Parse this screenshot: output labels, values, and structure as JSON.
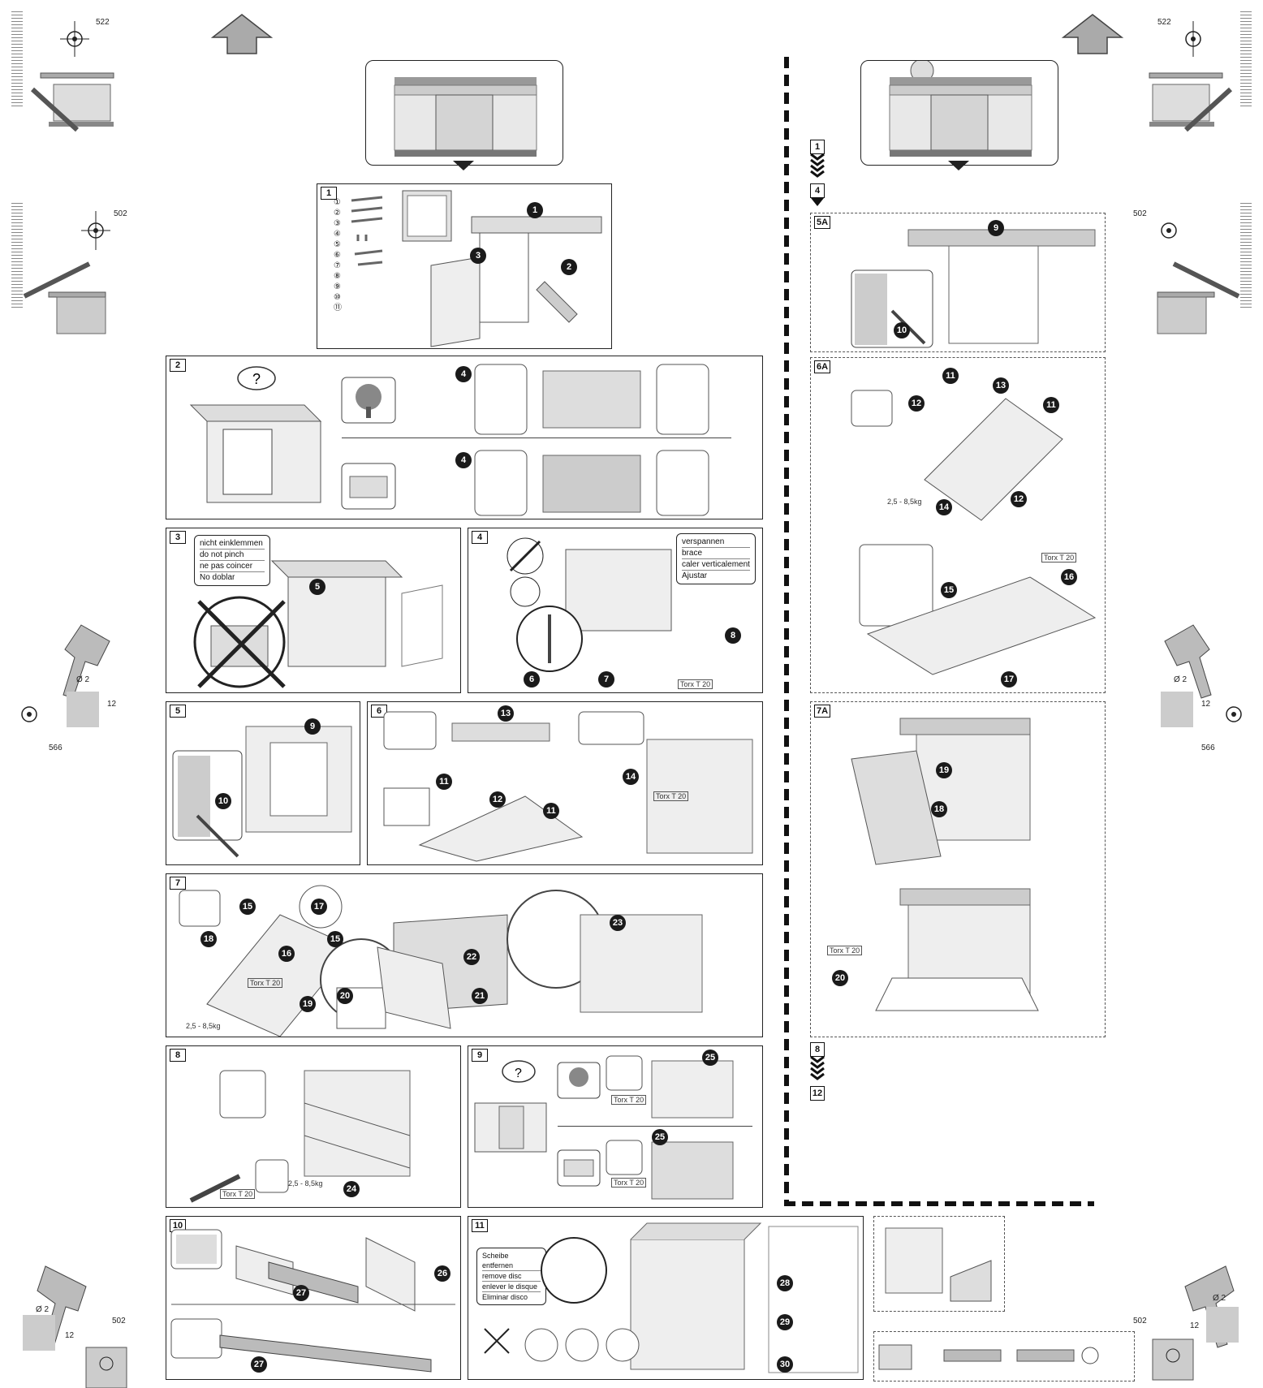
{
  "markers": {
    "top_left_dim": "522",
    "top_right_dim": "522",
    "mid_left_dim": "502",
    "mid_right_dim": "502",
    "drill_left_dim": "566",
    "drill_right_dim": "566",
    "bottom_left_dim": "502",
    "bottom_right_dim": "502",
    "drill_diameter": "Ø 2",
    "drill_depth": "12"
  },
  "flow": {
    "right_top_from": "1",
    "right_top_to": "4",
    "right_bottom_from": "8",
    "right_bottom_to": "12"
  },
  "steps": {
    "s1": "1",
    "s2": "2",
    "s3": "3",
    "s4": "4",
    "s5": "5",
    "s6": "6",
    "s7": "7",
    "s8": "8",
    "s9": "9",
    "s10": "10",
    "s11": "11",
    "s5a": "5A",
    "s6a": "6A",
    "s7a": "7A"
  },
  "step1": {
    "parts": [
      "①",
      "②",
      "③",
      "④",
      "⑤",
      "⑥",
      "⑦",
      "⑧",
      "⑨",
      "⑩",
      "⑪"
    ],
    "callouts": [
      "1",
      "2",
      "3"
    ]
  },
  "step3_note": {
    "lines": [
      "nicht einklemmen",
      "do not pinch",
      "ne pas coincer",
      "No doblar"
    ],
    "callout": "5"
  },
  "step4_note": {
    "lines": [
      "verspannen",
      "brace",
      "caler verticalement",
      "Ajustar"
    ],
    "callouts": [
      "6",
      "7",
      "8"
    ],
    "tool": "Torx T 20"
  },
  "step5": {
    "callouts": [
      "9",
      "10"
    ]
  },
  "step6": {
    "callouts": [
      "13",
      "11",
      "12",
      "11",
      "14"
    ],
    "tool": "Torx T 20"
  },
  "step7": {
    "callouts": [
      "15",
      "18",
      "16",
      "15",
      "17",
      "20",
      "19",
      "22",
      "21",
      "23"
    ],
    "weight": "2,5 - 8,5kg",
    "tool": "Torx T 20"
  },
  "step8": {
    "callouts": [
      "24"
    ],
    "weight": "2,5 - 8,5kg",
    "tool": "Torx T 20"
  },
  "step9": {
    "callouts": [
      "25",
      "25"
    ],
    "tool": "Torx T 20"
  },
  "step10": {
    "callouts": [
      "27",
      "26",
      "27"
    ]
  },
  "step11": {
    "note_lines": [
      "Scheibe entfernen",
      "remove disc",
      "enlever le disque",
      "Eliminar disco"
    ],
    "callouts": [
      "28",
      "29",
      "30"
    ]
  },
  "step5a": {
    "callouts": [
      "9",
      "10"
    ]
  },
  "step6a": {
    "callouts": [
      "11",
      "13",
      "12",
      "11",
      "14",
      "12",
      "15",
      "16",
      "17"
    ],
    "weight": "2,5 - 8,5kg",
    "tool": "Torx T 20"
  },
  "step7a": {
    "callouts": [
      "19",
      "18",
      "20"
    ],
    "tool": "Torx T 20"
  }
}
